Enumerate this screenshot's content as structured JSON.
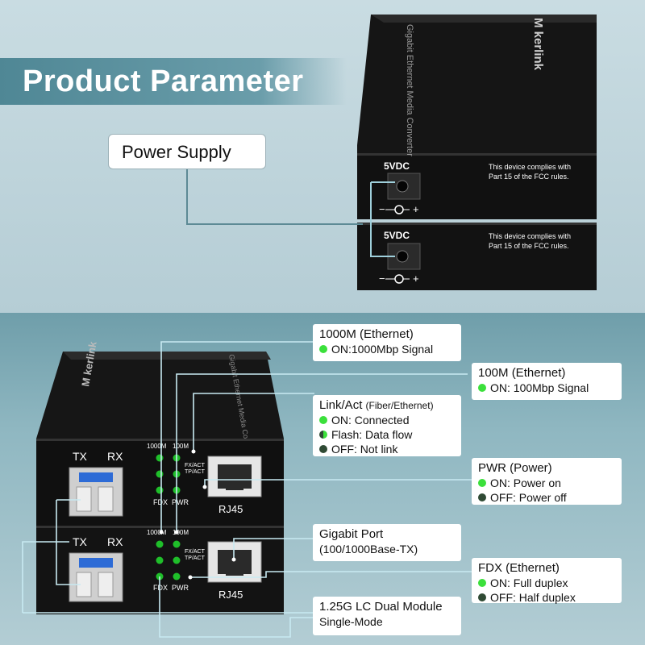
{
  "title": "Product Parameter",
  "power_supply_label": "Power Supply",
  "top_device": {
    "brand": "M kerlink",
    "model_text": "Gigabit Ethernet Media Converter",
    "power_label": "5VDC",
    "fcc_line1": "This device complies with",
    "fcc_line2": "Part 15 of the FCC rules.",
    "polarity_minus": "−",
    "polarity_plus": "+"
  },
  "bottom_device": {
    "brand": "M kerlink",
    "model_text": "Gigabit Ethernet Media Converter",
    "tx": "TX",
    "rx": "RX",
    "led_1000m": "1000M",
    "led_100m": "100M",
    "led_fxact": "FX/ACT",
    "led_tpact": "TP/ACT",
    "led_fdx": "FDX",
    "led_pwr": "PWR",
    "port": "RJ45"
  },
  "callouts": {
    "c1000m": {
      "title": "1000M (Ethernet)",
      "on": "ON:1000Mbp Signal"
    },
    "c100m": {
      "title": "100M (Ethernet)",
      "on": "ON: 100Mbp Signal"
    },
    "link": {
      "title": "Link/Act",
      "title_sub": "(Fiber/Ethernet)",
      "on": "ON: Connected",
      "flash": "Flash: Data flow",
      "off": "OFF: Not link"
    },
    "pwr": {
      "title": "PWR (Power)",
      "on": "ON: Power on",
      "off": "OFF: Power off"
    },
    "gigabit": {
      "title": "Gigabit Port",
      "sub": "(100/1000Base-TX)"
    },
    "fdx": {
      "title": "FDX (Ethernet)",
      "on": "ON: Full duplex",
      "off": "OFF: Half duplex"
    },
    "lc": {
      "title": "1.25G LC Dual Module",
      "sub": "Single-Mode"
    }
  },
  "colors": {
    "led_on": "#3be03b",
    "led_off": "#2f4a34",
    "accent": "#4f8795"
  }
}
